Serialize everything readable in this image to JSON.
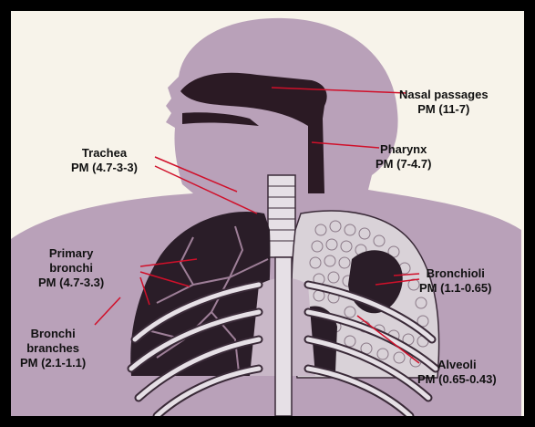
{
  "labels": {
    "nasal": {
      "name": "Nasal passages",
      "pm": "PM (11-7)"
    },
    "pharynx": {
      "name": "Pharynx",
      "pm": "PM (7-4.7)"
    },
    "trachea": {
      "name": "Trachea",
      "pm": "PM (4.7-3-3)"
    },
    "primary_bronchi": {
      "name_line1": "Primary",
      "name_line2": "bronchi",
      "pm": "PM (4.7-3.3)"
    },
    "bronchioli": {
      "name": "Bronchioli",
      "pm": "PM (1.1-0.65)"
    },
    "bronchi_branches": {
      "name_line1": "Bronchi",
      "name_line2": "branches",
      "pm": "PM (2.1-1.1)"
    },
    "alveoli": {
      "name": "Alveoli",
      "pm": "PM (0.65-0.43)"
    }
  },
  "colors": {
    "background": "#f7f3ea",
    "body_silhouette": "#b9a1b9",
    "airway_dark": "#2b1a24",
    "lung_dark": "#2a1d28",
    "lung_light": "#d9d2d8",
    "rib": "#e6e0e6",
    "rib_outline": "#3a2a38",
    "pointer_line": "#d0102a",
    "frame": "#000000"
  }
}
